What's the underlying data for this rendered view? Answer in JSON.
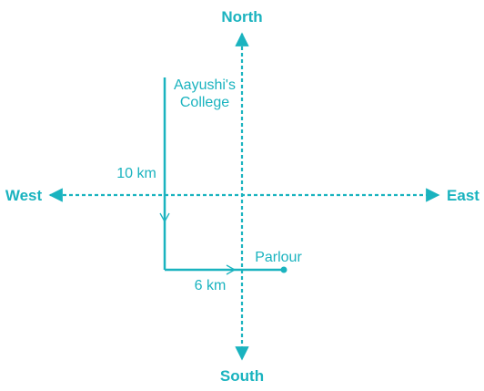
{
  "compass": {
    "north": "North",
    "south": "South",
    "east": "East",
    "west": "West"
  },
  "places": {
    "college_line1": "Aayushi's",
    "college_line2": "College",
    "parlour": "Parlour"
  },
  "distances": {
    "vertical": "10 km",
    "horizontal": "6 km"
  },
  "colors": {
    "accent": "#1ab3bf"
  }
}
